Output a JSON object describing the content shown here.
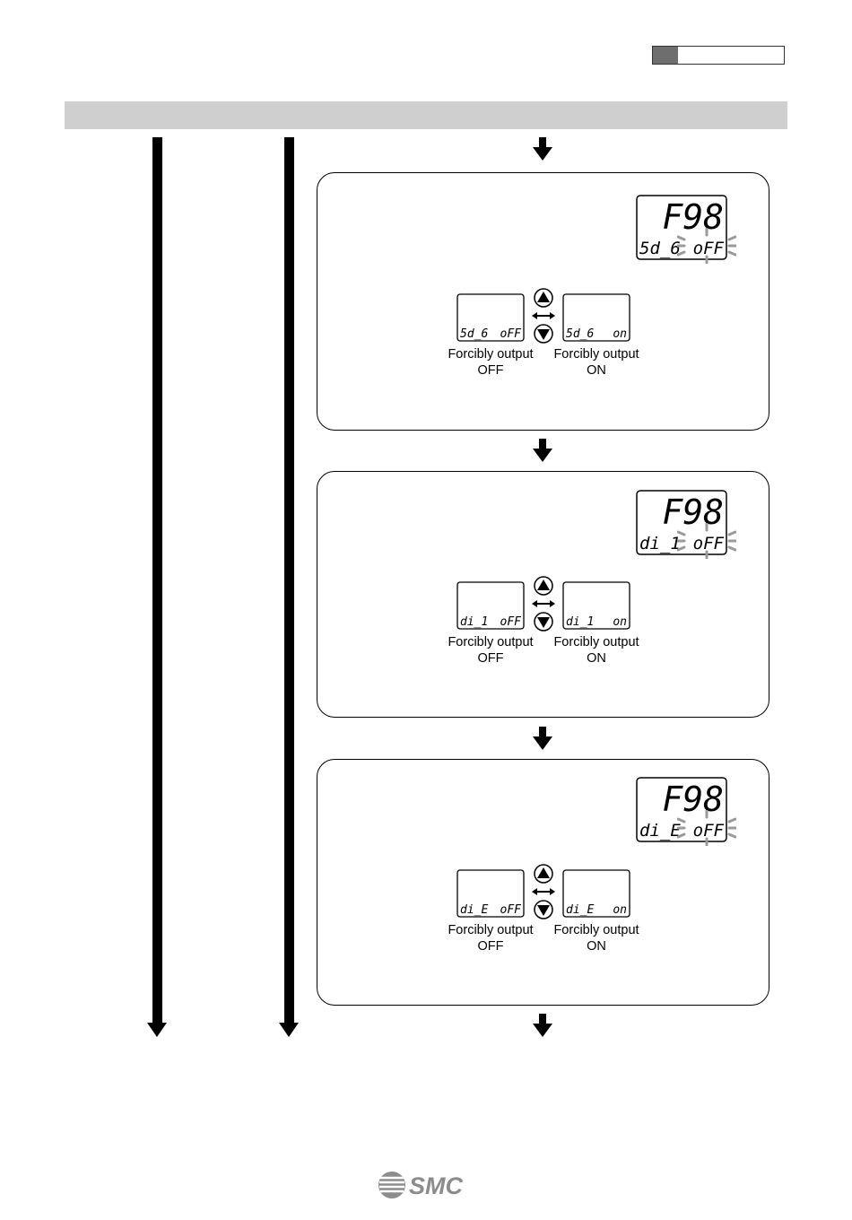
{
  "steps": [
    {
      "display": {
        "top": "F98",
        "bottom_left": "5d_6",
        "bottom_right": "oFF"
      },
      "options": [
        {
          "lcd_left": "5d_6",
          "lcd_right": "oFF",
          "line1": "Forcibly output",
          "line2": "OFF"
        },
        {
          "lcd_left": "5d_6",
          "lcd_right": "on",
          "line1": "Forcibly output",
          "line2": "ON"
        }
      ]
    },
    {
      "display": {
        "top": "F98",
        "bottom_left": "di_1",
        "bottom_right": "oFF"
      },
      "options": [
        {
          "lcd_left": "di_1",
          "lcd_right": "oFF",
          "line1": "Forcibly output",
          "line2": "OFF"
        },
        {
          "lcd_left": "di_1",
          "lcd_right": "on",
          "line1": "Forcibly output",
          "line2": "ON"
        }
      ]
    },
    {
      "display": {
        "top": "F98",
        "bottom_left": "di_E",
        "bottom_right": "oFF"
      },
      "options": [
        {
          "lcd_left": "di_E",
          "lcd_right": "oFF",
          "line1": "Forcibly output",
          "line2": "OFF"
        },
        {
          "lcd_left": "di_E",
          "lcd_right": "on",
          "line1": "Forcibly output",
          "line2": "ON"
        }
      ]
    }
  ],
  "footer": {
    "logo_text": "SMC"
  },
  "icons": {
    "up": "up-button-icon",
    "down": "down-button-icon",
    "swap": "double-arrow-icon"
  }
}
